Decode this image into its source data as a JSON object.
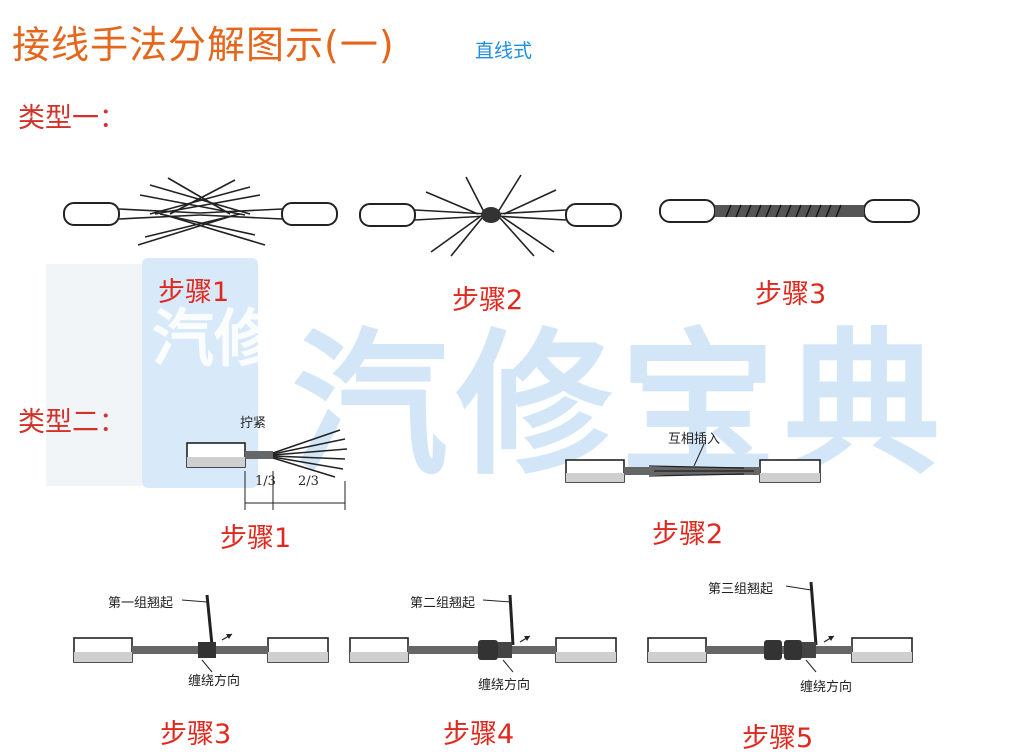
{
  "title": "接线手法分解图示(一)",
  "subtitle": "直线式",
  "watermark": {
    "main": "汽修宝典",
    "badge": "汽修"
  },
  "type1": {
    "label": "类型一：",
    "steps": [
      "步骤1",
      "步骤2",
      "步骤3"
    ]
  },
  "type2": {
    "label": "类型二：",
    "step1": {
      "label": "步骤1",
      "note": "拧紧",
      "frac1": "1/3",
      "frac2": "2/3"
    },
    "step2": {
      "label": "步骤2",
      "note": "互相插入"
    },
    "step3": {
      "label": "步骤3",
      "note_top": "第一组翘起",
      "note_bottom": "缠绕方向"
    },
    "step4": {
      "label": "步骤4",
      "note_top": "第二组翘起",
      "note_bottom": "缠绕方向"
    },
    "step5": {
      "label": "步骤5",
      "note_top": "第三组翘起",
      "note_bottom": "缠绕方向"
    }
  },
  "colors": {
    "title": "#e4671d",
    "subtitle": "#1f8ee0",
    "step": "#e0291e",
    "watermark": "#a8cff2"
  }
}
